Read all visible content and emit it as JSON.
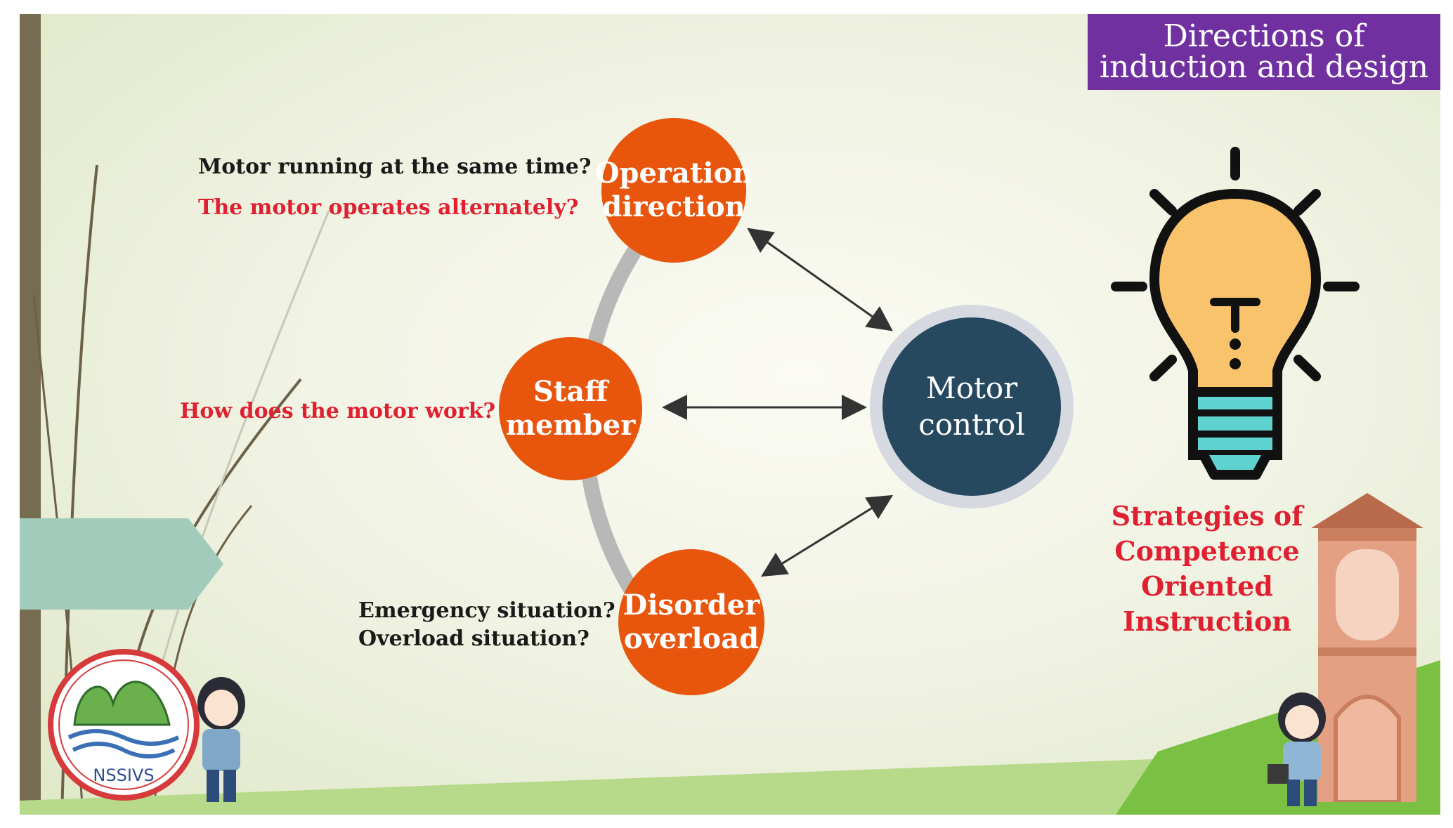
{
  "title": {
    "line1": "Directions of",
    "line2": "induction and design"
  },
  "nodes": {
    "operation": "Operation\ndirection",
    "staff": "Staff\nmember",
    "disorder": "Disorder\noverload",
    "center": "Motor\ncontrol"
  },
  "questions": {
    "q1": "Motor running at the same time?",
    "q2": "The motor operates alternately?",
    "q3": "How does the motor work?",
    "q4": "Emergency situation?",
    "q5": "Overload situation?"
  },
  "strategy": "Strategies of\nCompetence\nOriented Instruction",
  "logo": {
    "text": "NSSIVS"
  },
  "colors": {
    "title_bg": "#7030a0",
    "node_orange": "#e8560d",
    "center_navy": "#26495f",
    "question_red": "#e02030",
    "bulb_yellow": "#f9c36b",
    "bulb_cyan": "#5fd3d0"
  },
  "icons": [
    "lightbulb-icon",
    "school-logo",
    "student-character",
    "clock-tower"
  ]
}
